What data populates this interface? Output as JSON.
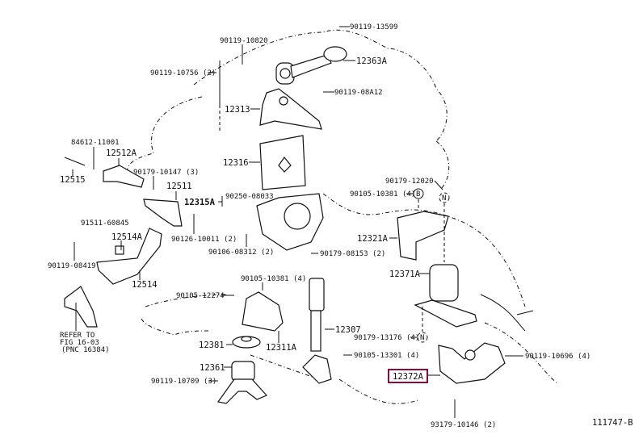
{
  "diagram": {
    "highlight_color": "#8b0a3a",
    "code": "111747-B",
    "refer_note": [
      "REFER TO",
      "FIG 16-03",
      "(PNC 16384)"
    ],
    "labels": {
      "p90119_13599": "90119-13599",
      "p90119_10820": "90119-10820",
      "p12363A": "12363A",
      "p90119_10756": "90119-10756 (2)",
      "p90119_08A12": "90119-08A12",
      "p12313": "12313",
      "p12316": "12316",
      "p84612_11001": "84612-11001",
      "p12512A": "12512A",
      "p90179_10147": "90179-10147 (3)",
      "p12515": "12515",
      "p12511": "12511",
      "p12315A": "12315A",
      "p90250_08033": "90250-08033",
      "p91511_60845": "91511-60845",
      "p90126_10011": "90126-10011 (2)",
      "p12514A": "12514A",
      "p90106_08312": "90106-08312 (2)",
      "p90119_08419": "90119-08419",
      "p12514": "12514",
      "p90105_10381a": "90105-10381 (4)",
      "p90105_12274": "90105-12274",
      "p12307": "12307",
      "p12381": "12381",
      "p12311A": "12311A",
      "p12361": "12361",
      "p90119_10709": "90119-10709 (3)",
      "p90179_12020": "90179-12020",
      "p90105_10381b": "90105-10381 (4)",
      "p12321A": "12321A",
      "p90179_08153": "90179-08153 (2)",
      "p12371A": "12371A",
      "p90179_13176": "90179-13176 (4)",
      "p90105_13301": "90105-13301 (4)",
      "p90119_10696": "90119-10696 (4)",
      "p12372A": "12372A",
      "p93179_10146": "93179-10146 (2)"
    },
    "markers": {
      "B": "B",
      "N": "N"
    }
  }
}
